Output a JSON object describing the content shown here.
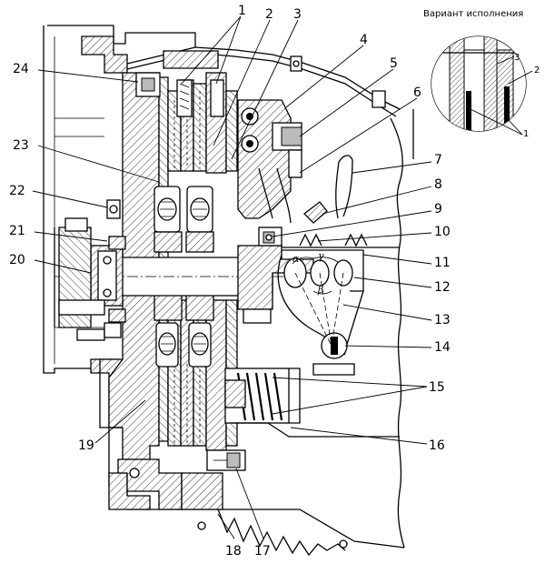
{
  "inset": {
    "title": "Вариант исполнения",
    "labels": [
      "3",
      "2",
      "1"
    ]
  },
  "angles": {
    "alpha": "α",
    "gamma": "γ",
    "beta": "β"
  },
  "callouts": {
    "c1": "1",
    "c2": "2",
    "c3": "3",
    "c4": "4",
    "c5": "5",
    "c6": "6",
    "c7": "7",
    "c8": "8",
    "c9": "9",
    "c10": "10",
    "c11": "11",
    "c12": "12",
    "c13": "13",
    "c14": "14",
    "c15": "15",
    "c16": "16",
    "c17": "17",
    "c18": "18",
    "c19": "19",
    "c20": "20",
    "c21": "21",
    "c22": "22",
    "c23": "23",
    "c24": "24"
  }
}
